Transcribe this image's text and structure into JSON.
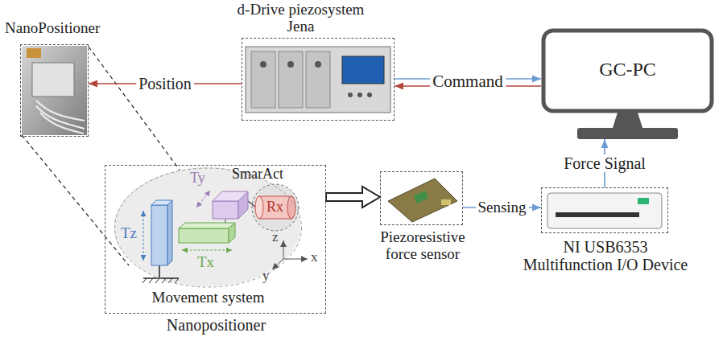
{
  "diagram": {
    "nodes": [
      {
        "text": [
          "NanoPositioner"
        ]
      },
      {
        "text": [
          "d-Drive piezosystem Jena"
        ]
      },
      {
        "text": [
          "GC-PC"
        ]
      },
      {
        "text": [
          "Nanopositioner"
        ]
      },
      {
        "text": [
          "Movement system"
        ],
        "in": 3
      },
      {
        "text": [
          "Piezoresistive force sensor"
        ]
      },
      {
        "text": [
          "NI USB6353",
          "Multifunction I/O Device"
        ]
      }
    ],
    "edges": [
      {
        "from": 1,
        "to": 0,
        "label": "Position",
        "arrow": "to"
      },
      {
        "from": 1,
        "to": 2,
        "label": "Command",
        "arrow": "to"
      },
      {
        "from": 2,
        "to": 1,
        "arrow": "to"
      },
      {
        "from": 3,
        "to": 5,
        "arrow": "to"
      },
      {
        "from": 5,
        "to": 6,
        "label": "Sensing",
        "arrow": "to"
      },
      {
        "from": 6,
        "to": 2,
        "label": "Force Signal",
        "arrow": "to"
      }
    ],
    "labels": [
      "Ty",
      "SmarAct",
      "Tz",
      "Rx",
      "Tx",
      "z",
      "y",
      "x"
    ]
  }
}
